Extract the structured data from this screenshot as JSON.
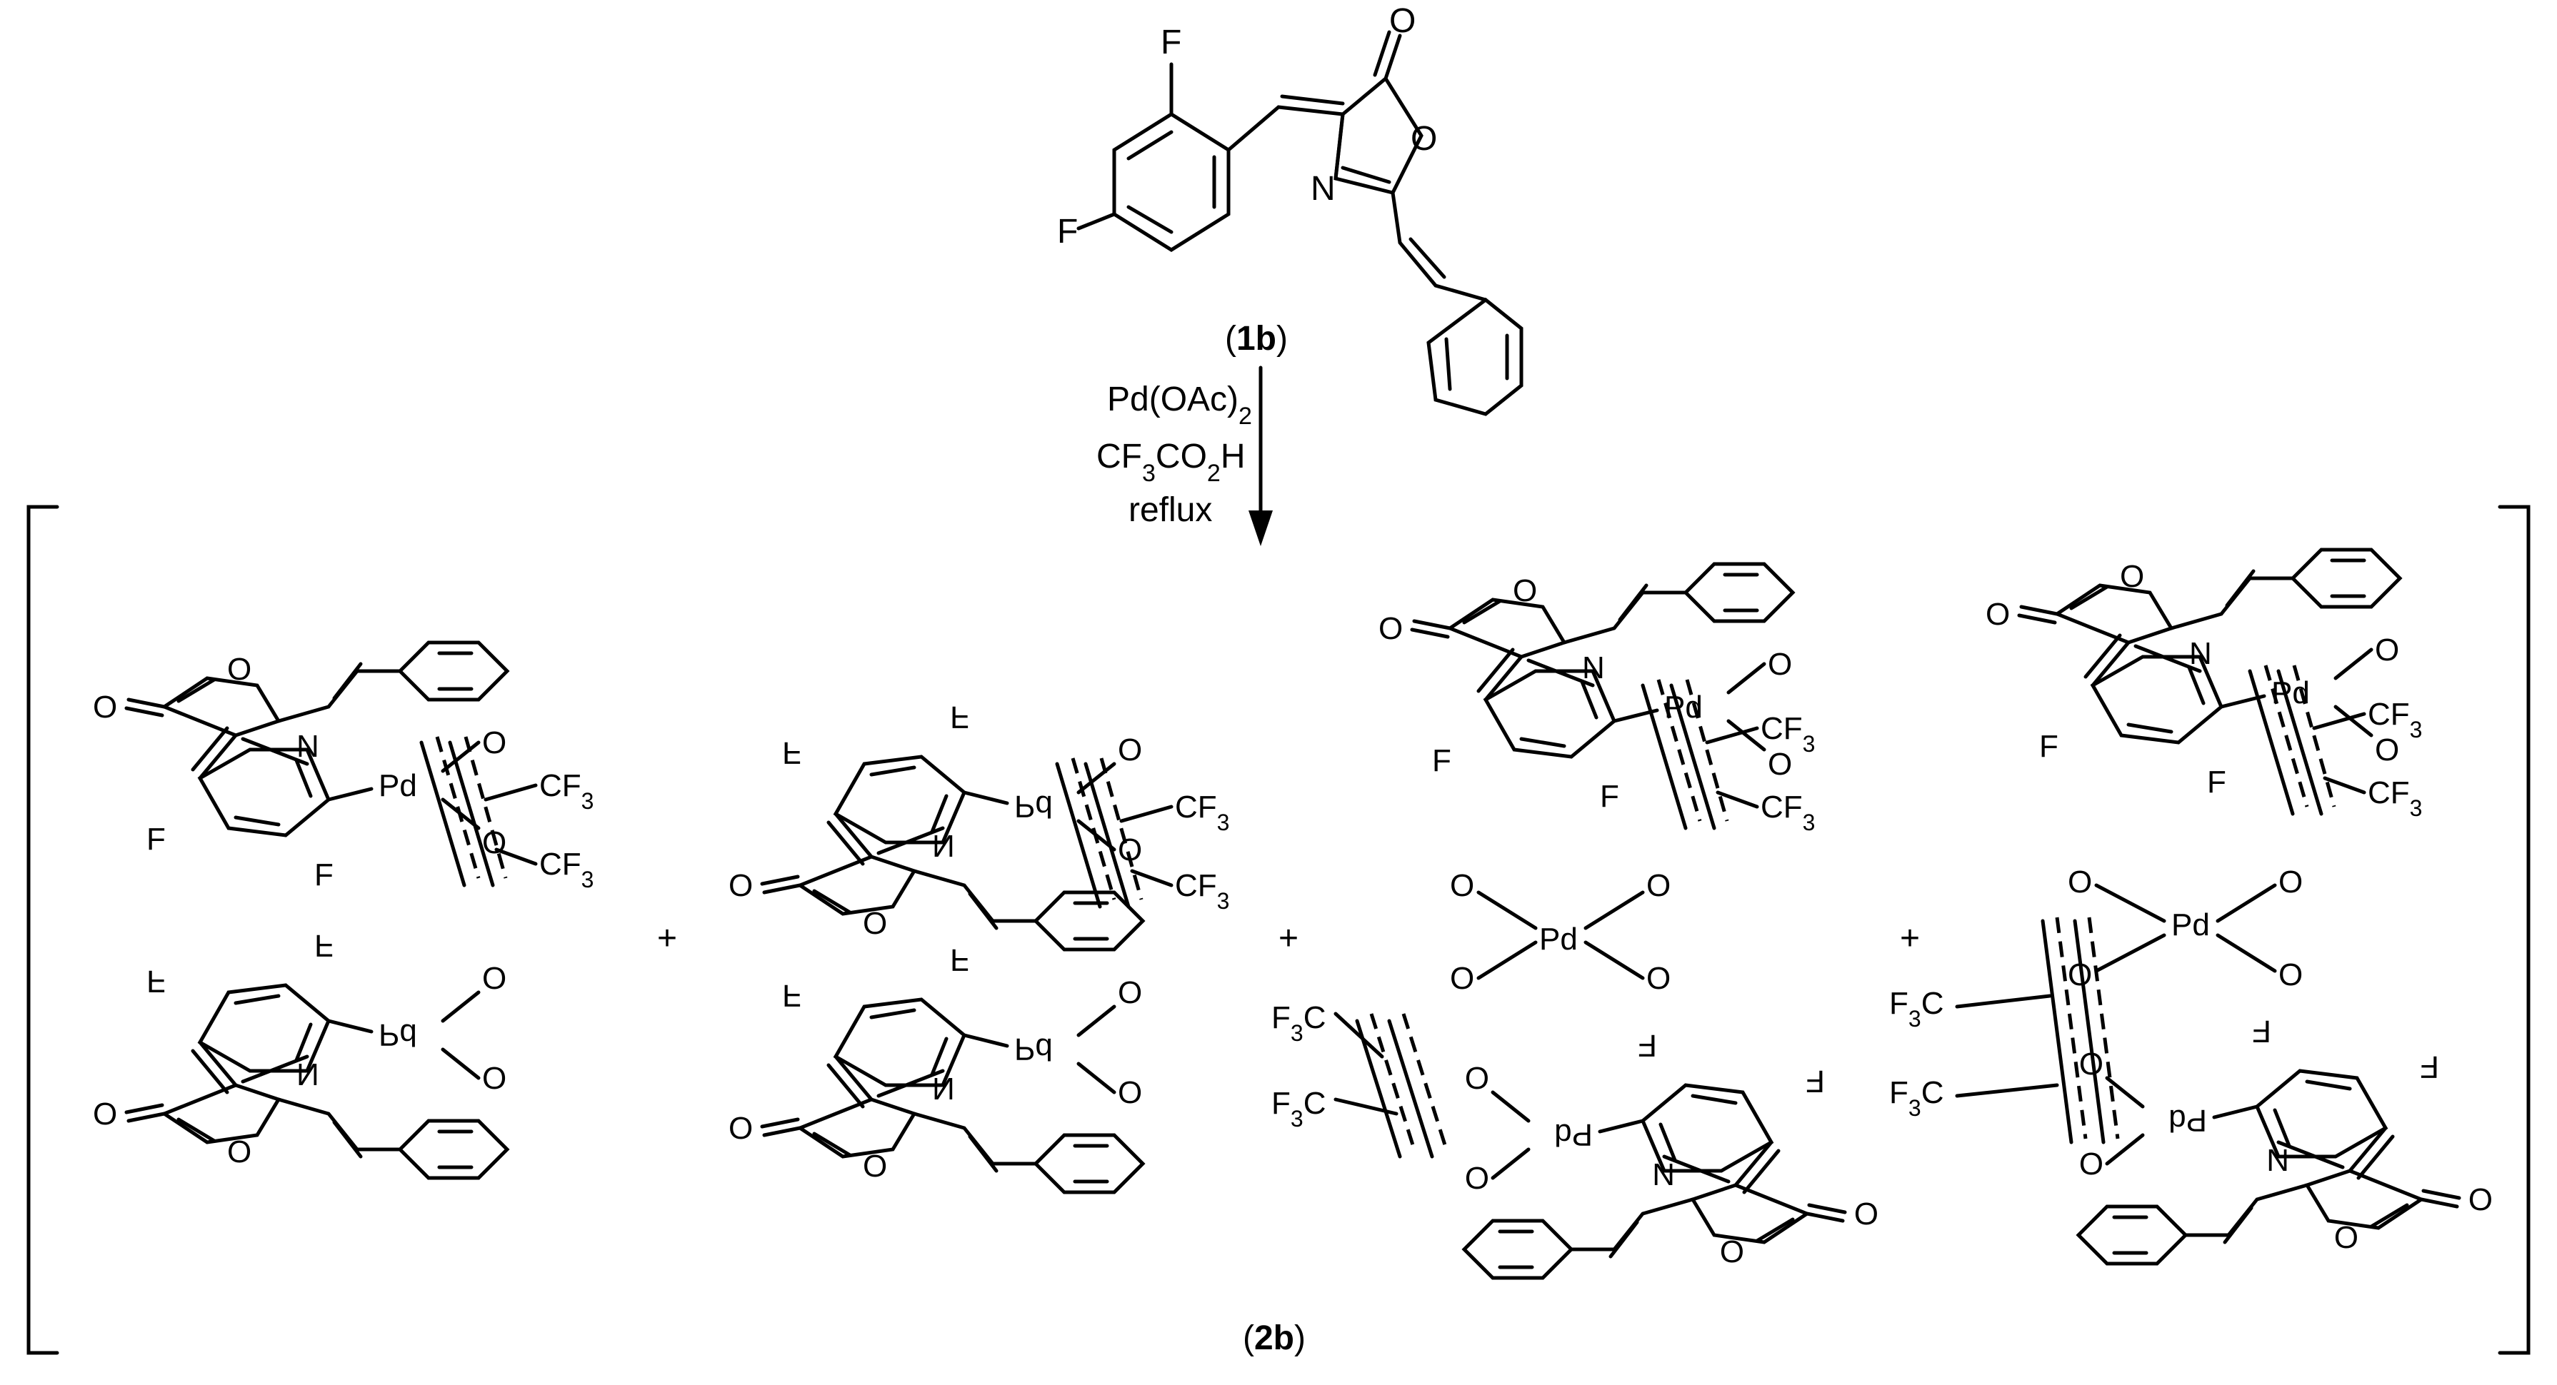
{
  "starting_material": {
    "atoms": {
      "f1": "F",
      "f2": "F",
      "o_carbonyl": "O",
      "o_ring": "O",
      "n_ring": "N"
    },
    "label_open": "(",
    "label_bold": "1b",
    "label_close": ")"
  },
  "reagents": {
    "line1_main": "Pd(OAc)",
    "line1_sub": "2",
    "line2_a": "CF",
    "line2_sub1": "3",
    "line2_b": "CO",
    "line2_sub2": "2",
    "line2_c": "H",
    "line3": "reflux"
  },
  "product": {
    "label_open": "(",
    "label_bold": "2b",
    "label_close": ")"
  },
  "complex": {
    "pd": "Pd",
    "n": "N",
    "o": "O",
    "f": "F",
    "cf3_main": "CF",
    "cf3_sub": "3",
    "f3c_a": "F",
    "f3c_sub": "3",
    "f3c_b": "C"
  },
  "plus": "+",
  "colors": {
    "ink": "#000000",
    "background": "#ffffff"
  }
}
